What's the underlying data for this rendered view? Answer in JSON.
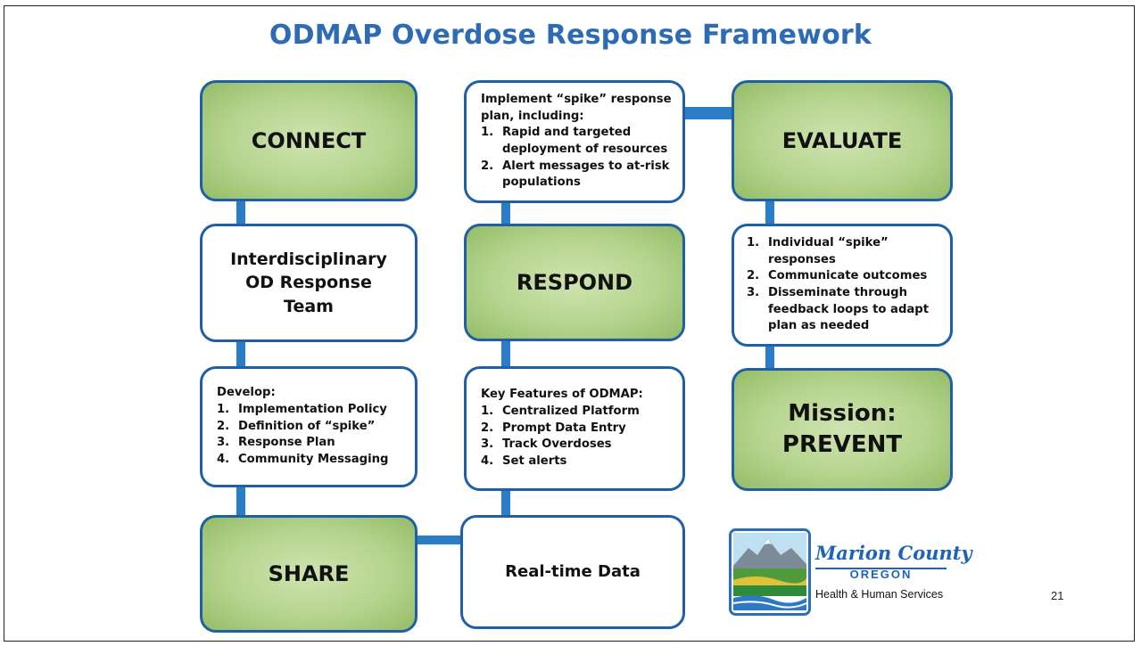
{
  "title": "ODMAP Overdose Response Framework",
  "colors": {
    "title": "#2e6bb5",
    "border": "#1f5fa8",
    "connector": "#2a7ec8",
    "green_fill": "#b5d48e"
  },
  "connect": {
    "label": "CONNECT"
  },
  "team": {
    "label": "Interdisciplinary OD Response Team"
  },
  "develop": {
    "heading": "Develop:",
    "items": [
      {
        "num": "1.",
        "text": "Implementation Policy"
      },
      {
        "num": "2.",
        "text": "Definition of “spike”"
      },
      {
        "num": "3.",
        "text": "Response Plan"
      },
      {
        "num": "4.",
        "text": "Community Messaging"
      }
    ]
  },
  "share": {
    "label": "SHARE"
  },
  "implement": {
    "heading": "Implement “spike” response plan, including:",
    "items": [
      {
        "num": "1.",
        "text": "Rapid and targeted deployment of resources"
      },
      {
        "num": "2.",
        "text": "Alert messages to at-risk populations"
      }
    ]
  },
  "respond": {
    "label": "RESPOND"
  },
  "features": {
    "heading": "Key Features of ODMAP:",
    "items": [
      {
        "num": "1.",
        "text": "Centralized Platform"
      },
      {
        "num": "2.",
        "text": "Prompt Data Entry"
      },
      {
        "num": "3.",
        "text": "Track Overdoses"
      },
      {
        "num": "4.",
        "text": "Set alerts"
      }
    ]
  },
  "realtime": {
    "label": "Real-time Data"
  },
  "evaluate": {
    "label": "EVALUATE"
  },
  "outcomes": {
    "items": [
      {
        "num": "1.",
        "text": "Individual “spike” responses"
      },
      {
        "num": "2.",
        "text": "Communicate outcomes"
      },
      {
        "num": "3.",
        "text": "Disseminate through feedback loops to adapt plan as needed"
      }
    ]
  },
  "mission": {
    "line1": "Mission:",
    "line2": "PREVENT"
  },
  "logo": {
    "name": "Marion County",
    "state": "OREGON",
    "subtitle": "Health & Human Services"
  },
  "page_number": "21"
}
